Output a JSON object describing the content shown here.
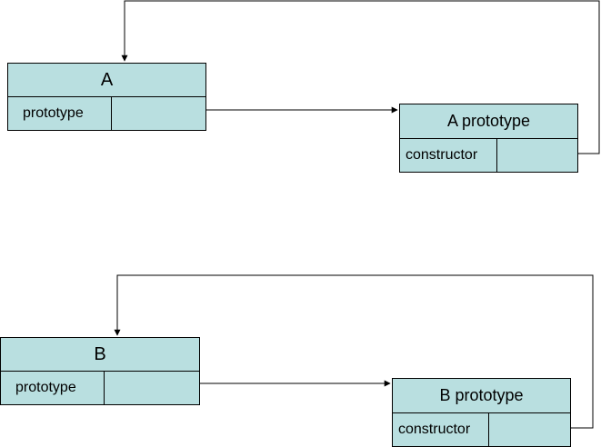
{
  "diagram": {
    "a": {
      "name": "A",
      "slot_label": "prototype",
      "proto": {
        "name": "A prototype",
        "slot_label": "constructor"
      }
    },
    "b": {
      "name": "B",
      "slot_label": "prototype",
      "proto": {
        "name": "B prototype",
        "slot_label": "constructor"
      }
    }
  }
}
